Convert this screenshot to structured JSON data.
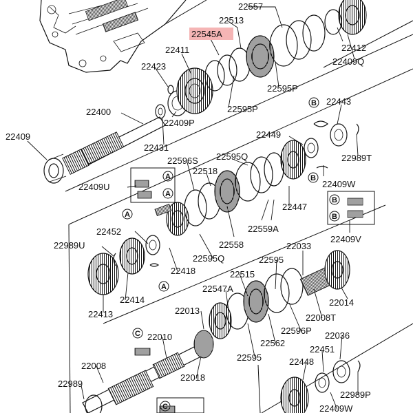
{
  "highlight_color": "#f5b5b5",
  "labels": {
    "l22557": "22557",
    "l22513": "22513",
    "l22545A": "22545A",
    "l22411": "22411",
    "l22412": "22412",
    "l22409Q": "22409Q",
    "l22423": "22423",
    "l22595P_a": "22595P",
    "l22595P_b": "22595P",
    "l22400": "22400",
    "l22409P": "22409P",
    "l22409": "22409",
    "l22431": "22431",
    "l22443": "22443",
    "l22449": "22449",
    "l22989T": "22989T",
    "l22596S": "22596S",
    "l22595Q_a": "22595Q",
    "l22518": "22518",
    "l22409U": "22409U",
    "l22409W_a": "22409W",
    "l22447": "22447",
    "l22559A": "22559A",
    "l22452": "22452",
    "l22989U": "22989U",
    "l22558": "22558",
    "l22409V": "22409V",
    "l22595Q_b": "22595Q",
    "l22418": "22418",
    "l22033": "22033",
    "l22595_a": "22595",
    "l22515": "22515",
    "l22414": "22414",
    "l22547A": "22547A",
    "l22014": "22014",
    "l22413": "22413",
    "l22013": "22013",
    "l22008T": "22008T",
    "l22596P": "22596P",
    "l22010": "22010",
    "l22562": "22562",
    "l22036": "22036",
    "l22595_b": "22595",
    "l22451": "22451",
    "l22008": "22008",
    "l22448": "22448",
    "l22018": "22018",
    "l22989": "22989",
    "l22989P": "22989P",
    "l22409W_b": "22409W"
  },
  "callouts": {
    "A": "A",
    "B": "B",
    "C": "C"
  }
}
